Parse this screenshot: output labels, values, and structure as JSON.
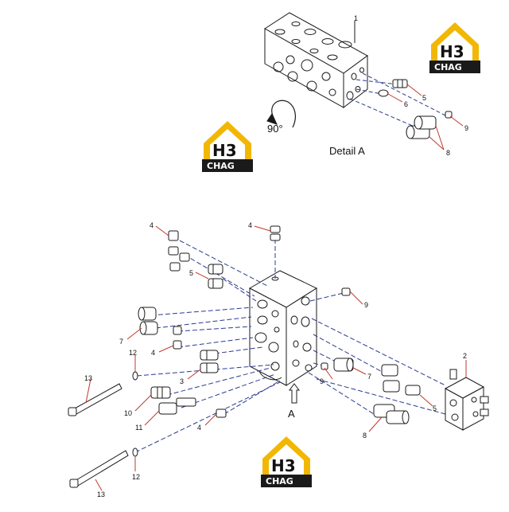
{
  "captions": {
    "detail": "Detail  A",
    "rotation": "90°",
    "view_arrow": "A"
  },
  "logo": {
    "letters": "H3",
    "word": "CHAG",
    "accent": "#F2B705",
    "dark": "#1A1A1A"
  },
  "callouts": {
    "n1": "1",
    "n2": "2",
    "n3": "3",
    "n4a": "4",
    "n4b": "4",
    "n4c": "4",
    "n4d": "4",
    "n5a": "5",
    "n5b": "5",
    "n5c": "5",
    "n6": "6",
    "n7a": "7",
    "n7b": "7",
    "n8a": "8",
    "n8b": "8",
    "n9a": "9",
    "n9b": "9",
    "n9c": "9",
    "n10": "10",
    "n11": "11",
    "n12a": "12",
    "n12b": "12",
    "n13a": "13",
    "n13b": "13"
  },
  "colors": {
    "line": "#1a1a1a",
    "leader": "#c0392b",
    "dash": "#2b3a8f"
  }
}
